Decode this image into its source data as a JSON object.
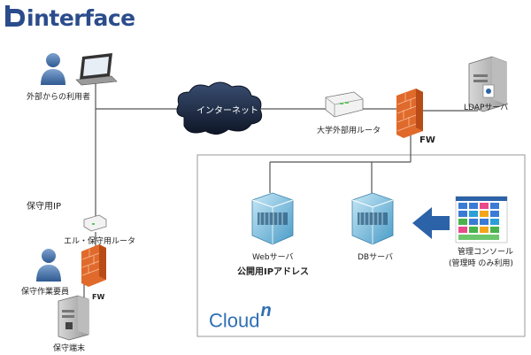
{
  "logo": {
    "text": "interface",
    "mark_color": "#2b4c8c"
  },
  "nodes": {
    "external_user": "外部からの利用者",
    "internet": "インターネット",
    "university_router": "大学外部用ルータ",
    "fw_top": "FW",
    "ldap_server": "LDAPサーバ",
    "maintenance_ip": "保守用IP",
    "maintenance_router": "エル・保守用ルータ",
    "maintenance_staff": "保守作業要員",
    "fw_bottom": "FW",
    "maintenance_terminal": "保守端末",
    "web_server": "Webサーバ",
    "public_ip": "公開用IPアドレス",
    "db_server": "DBサーバ",
    "admin_console_line1": "管理コンソール",
    "admin_console_line2": "(管理時 のみ利用)"
  },
  "cloud_box": {
    "brand": "Cloud",
    "brand_suffix": "n"
  },
  "colors": {
    "brand": "#2f6fb5",
    "firewall": "#e06a2b",
    "internet_cloud": "#1c2a44",
    "server_box": "#6fb7d9",
    "arrow": "#2c63a8",
    "line": "#555555"
  }
}
